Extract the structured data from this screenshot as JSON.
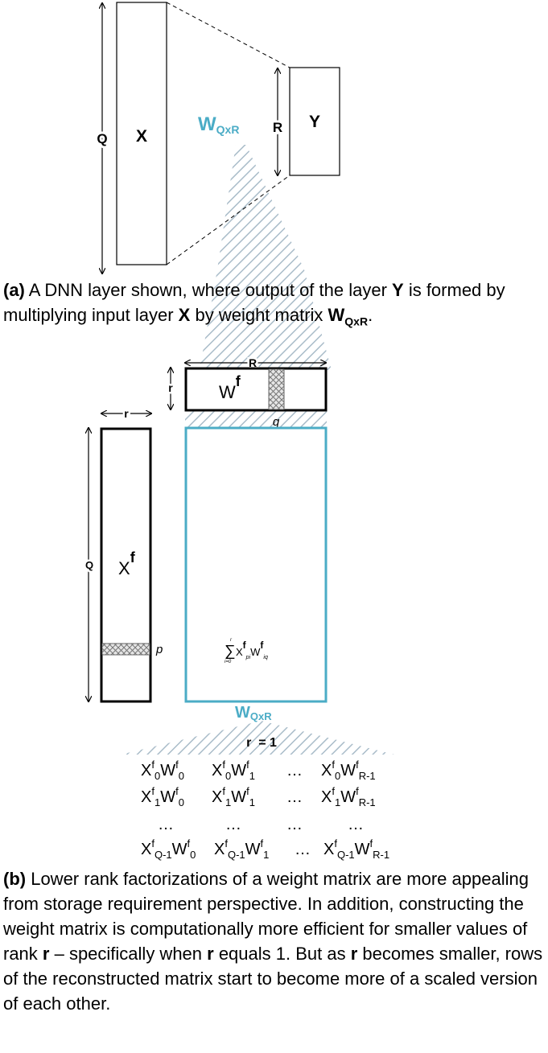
{
  "part_a": {
    "input_label": "X",
    "output_label": "Y",
    "input_dim": "Q",
    "output_dim": "R",
    "weight_label": "W",
    "weight_sub": "QxR"
  },
  "caption_a": {
    "tag": "(a)",
    "text1": " A DNN layer shown, where output of the layer ",
    "y": "Y",
    "text2": " is formed by multiplying input layer ",
    "x": "X",
    "text3": " by weight matrix ",
    "w": "W",
    "wsub": "QxR",
    "end": "."
  },
  "part_b": {
    "wf_base": "W",
    "wf_sup": "f",
    "wf_width": "R",
    "wf_height": "r",
    "wf_col": "q",
    "xf_base": "X",
    "xf_sup": "f",
    "xf_width": "r",
    "xf_height": "Q",
    "xf_row": "p",
    "sum_top": "r",
    "sum_bottom": "i=0",
    "sum_x": "X",
    "sum_x_sup": "f",
    "sum_x_sub": "pi",
    "sum_w": "W",
    "sum_w_sup": "f",
    "sum_w_sub": "iq",
    "product_label": "W",
    "product_sub": "QxR",
    "rank_label": "r  = 1",
    "ellipsis": "…",
    "matrix": [
      [
        "X",
        "f",
        "0",
        "W",
        "f",
        "0"
      ],
      [
        "X",
        "f",
        "0",
        "W",
        "f",
        "1"
      ],
      [
        "X",
        "f",
        "0",
        "W",
        "f",
        "R-1"
      ],
      [
        "X",
        "f",
        "1",
        "W",
        "f",
        "0"
      ],
      [
        "X",
        "f",
        "1",
        "W",
        "f",
        "1"
      ],
      [
        "X",
        "f",
        "1",
        "W",
        "f",
        "R-1"
      ],
      [
        "X",
        "f",
        "Q-1",
        "W",
        "f",
        "0"
      ],
      [
        "X",
        "f",
        "Q-1",
        "W",
        "f",
        "1"
      ],
      [
        "X",
        "f",
        "Q-1",
        "W",
        "f",
        "R-1"
      ]
    ]
  },
  "caption_b": {
    "tag": "(b)",
    "text1": " Lower rank factorizations of a weight matrix are more appealing from storage requirement perspective. In addition, constructing the weight matrix is computationally more efficient for smaller values of rank ",
    "r1": "r",
    "text2": " – specifically when ",
    "r2": "r",
    "text3": " equals 1. But as ",
    "r3": "r",
    "text4": " becomes smaller, rows  of the reconstructed matrix start to become more of a scaled version of each other."
  }
}
